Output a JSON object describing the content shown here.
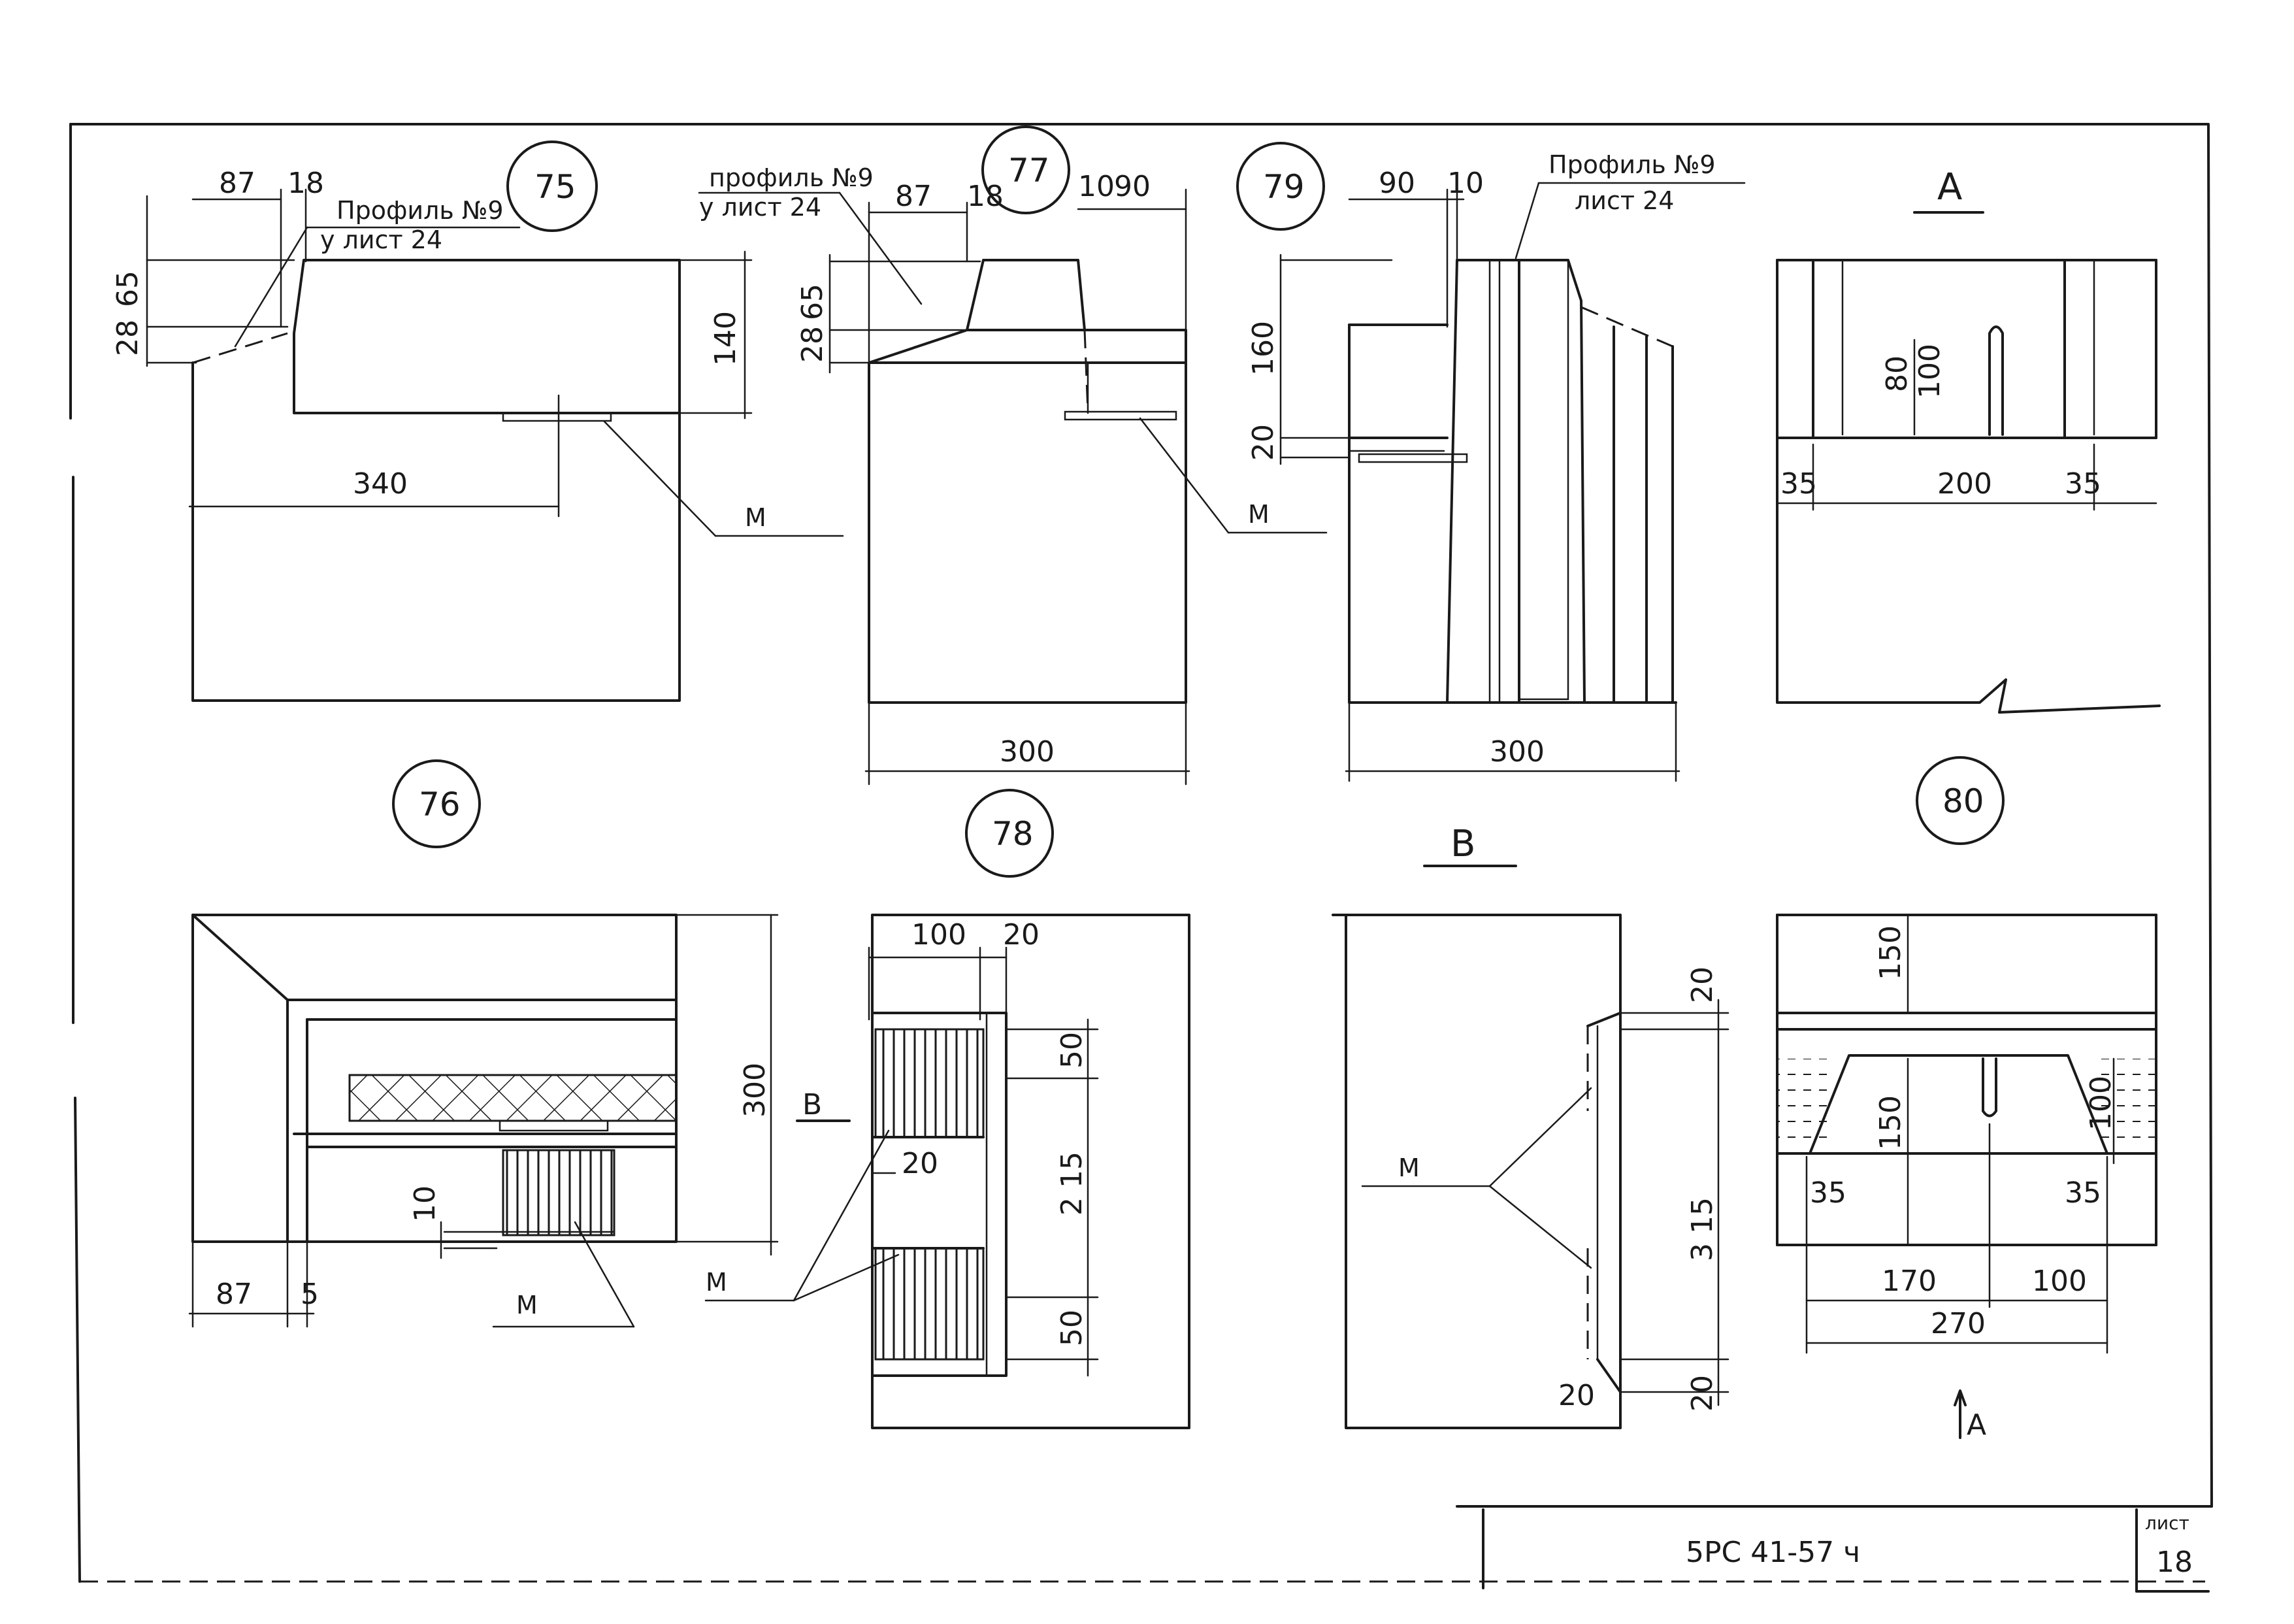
{
  "sheet": {
    "designation": "5РС 41-57 ч",
    "sheet_label": "лист",
    "sheet_number": "18"
  },
  "nodes": {
    "n75": "75",
    "n76": "76",
    "n77": "77",
    "n78": "78",
    "n79": "79",
    "n80": "80"
  },
  "views": {
    "a_title": "А",
    "b_title": "В",
    "a_arrow": "А",
    "b_arrow": "В"
  },
  "notes": {
    "profile_75_a": "Профиль №9",
    "profile_75_b": "у лист 24",
    "profile_77_a": "профиль №9",
    "profile_77_b": "у лист 24",
    "profile_79_a": "Профиль №9",
    "profile_79_b": "лист 24",
    "m": "М"
  },
  "dims": {
    "d87": "87",
    "d18": "18",
    "d65": "65",
    "d28": "28",
    "d140": "140",
    "d340": "340",
    "d90": "90",
    "d10": "10",
    "d160": "160",
    "d20": "20",
    "d300": "300",
    "d80": "80",
    "d100": "100",
    "d35": "35",
    "d200": "200",
    "d5": "5",
    "d50": "50",
    "d215": "2 15",
    "d315": "3 15",
    "d150": "150",
    "d170": "170",
    "d270": "270"
  },
  "colors": {
    "ink": "#1a1a1a",
    "paper": "#ffffff"
  }
}
